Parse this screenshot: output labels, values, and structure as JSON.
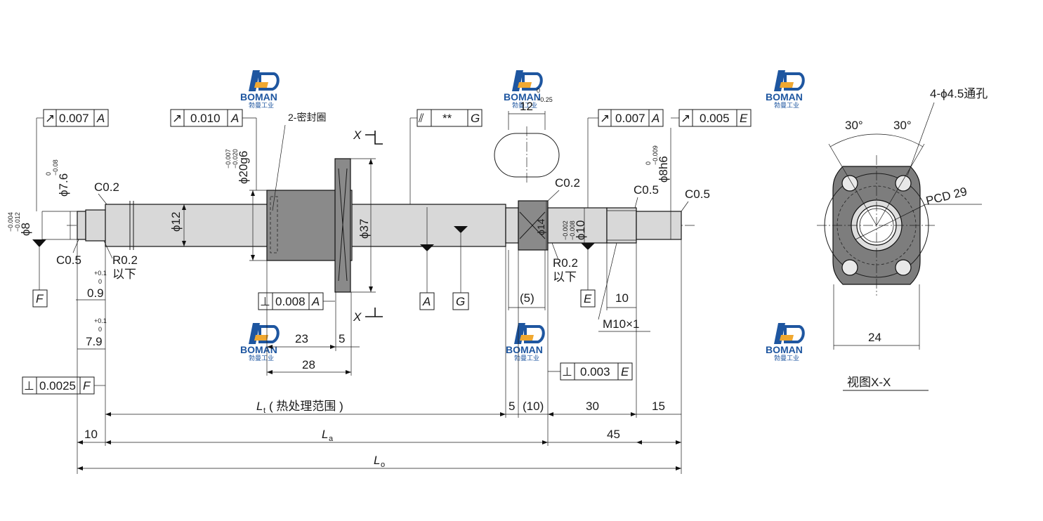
{
  "watermark": {
    "brand": "BOMAN",
    "brand_cn": "勃曼工业",
    "color_primary": "#1e56a0",
    "color_accent": "#f0a830"
  },
  "tolerance_frames": [
    {
      "id": "f1",
      "symbol": "↗",
      "value": "0.007",
      "datum": "A"
    },
    {
      "id": "f2",
      "symbol": "↗",
      "value": "0.010",
      "datum": "A"
    },
    {
      "id": "f3",
      "symbol": "⫽",
      "value": "**",
      "datum": "G"
    },
    {
      "id": "f4",
      "symbol": "↗",
      "value": "0.007",
      "datum": "A"
    },
    {
      "id": "f5",
      "symbol": "↗",
      "value": "0.005",
      "datum": "E"
    },
    {
      "id": "f6",
      "symbol": "⊥",
      "value": "0.008",
      "datum": "A"
    },
    {
      "id": "f7",
      "symbol": "⊥",
      "value": "0.0025",
      "datum": "F"
    },
    {
      "id": "f8",
      "symbol": "⊥",
      "value": "0.003",
      "datum": "E"
    }
  ],
  "datums": [
    "F",
    "A",
    "G",
    "E"
  ],
  "labels": {
    "seal": "2-密封圈",
    "section_x": "X",
    "c02_left": "C0.2",
    "c05_left": "C0.5",
    "r02_left": "R0.2",
    "r02_left_sub": "以下",
    "c02_right": "C0.2",
    "c05_right_a": "C0.5",
    "c05_right_b": "C0.5",
    "r02_right": "R0.2",
    "r02_right_sub": "以下",
    "thread": "M10×1",
    "holes": "4-ϕ4.5通孔",
    "pcd": "PCD 29",
    "view": "视图X-X",
    "angle_left": "30°",
    "angle_right": "30°"
  },
  "diameters": {
    "d8": "ϕ8",
    "d8_tol_upper": "−0.004",
    "d8_tol_lower": "−0.012",
    "d76": "ϕ7.6",
    "d76_tol_upper": "0",
    "d76_tol_lower": "−0.08",
    "d20": "ϕ20g6",
    "d20_tol_upper": "−0.007",
    "d20_tol_lower": "−0.020",
    "d12": "ϕ12",
    "d37": "ϕ37",
    "d14": "ϕ14",
    "d10": "ϕ10",
    "d10_tol_upper": "−0.002",
    "d10_tol_lower": "−0.008",
    "d8h6": "ϕ8h6",
    "d8h6_tol_upper": "0",
    "d8h6_tol_lower": "−0.009"
  },
  "dimensions": {
    "w12": "12",
    "w12_tol_upper": "0",
    "w12_tol_lower": "−0.25",
    "d09": "0.9",
    "d09_tol_upper": "+0.1",
    "d09_tol_lower": "0",
    "d79": "7.9",
    "d79_tol_upper": "+0.1",
    "d79_tol_lower": "0",
    "d23": "23",
    "d5a": "5",
    "d28": "28",
    "d5paren": "(5)",
    "d10thread": "10",
    "lt": "L",
    "lt_sub": "t",
    "lt_note": "( 热处理范围 )",
    "d5b": "5",
    "d10paren": "(10)",
    "d30": "30",
    "d15": "15",
    "d10left": "10",
    "la": "L",
    "la_sub": "a",
    "d45": "45",
    "lo": "L",
    "lo_sub": "o",
    "d24": "24"
  }
}
